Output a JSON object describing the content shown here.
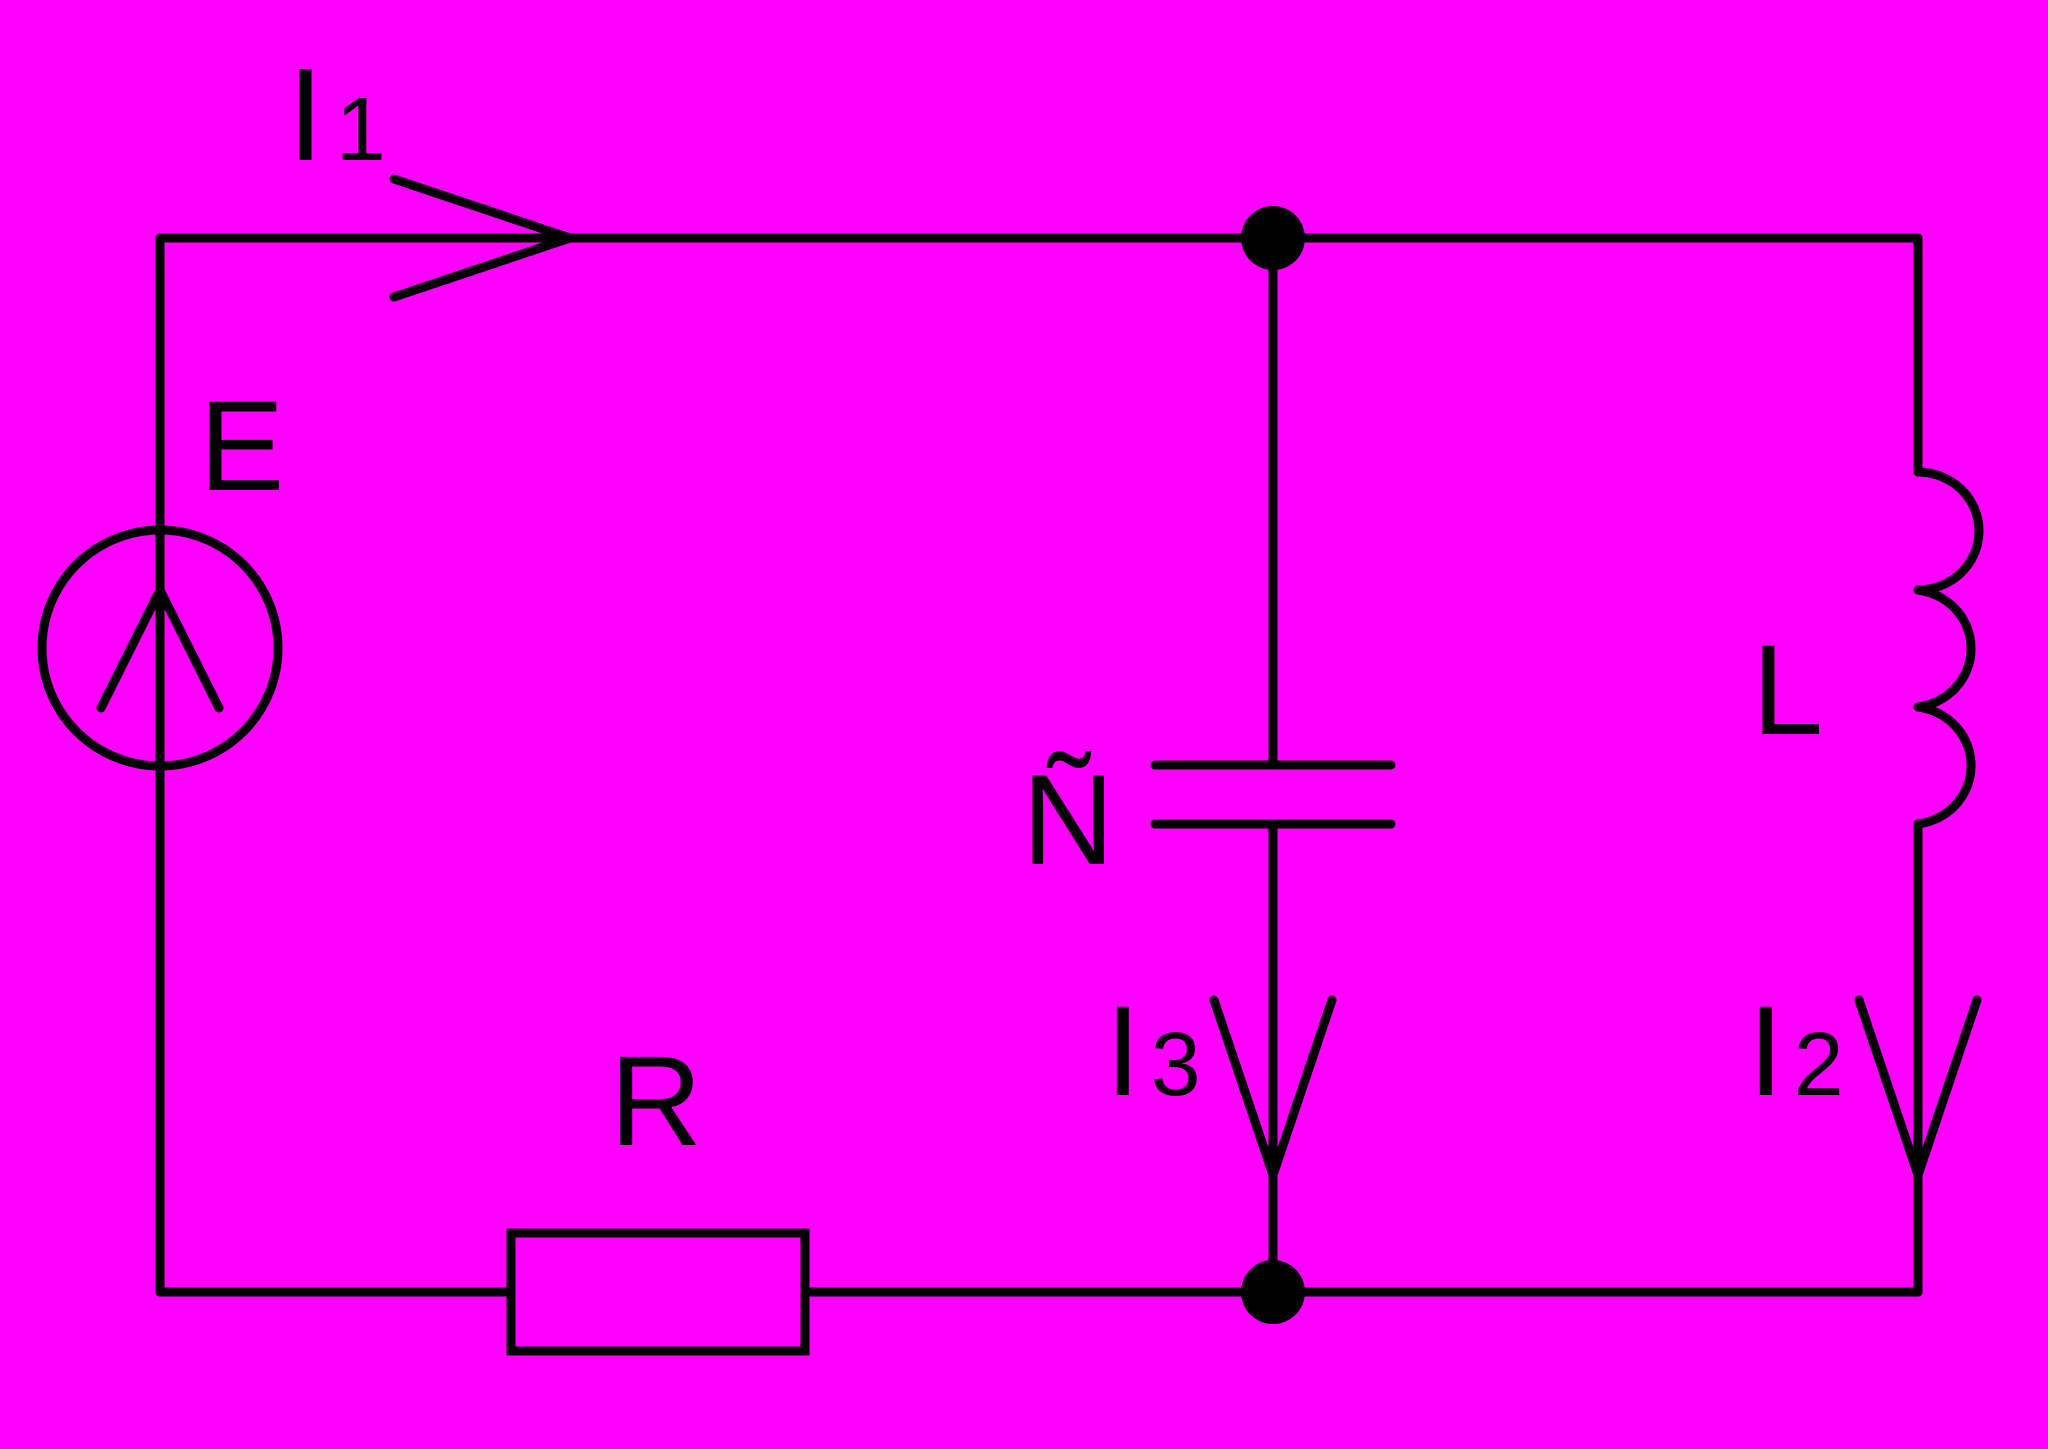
{
  "colors": {
    "background": "#ff00ff",
    "ink": "#000000"
  },
  "labels": {
    "current_1": {
      "main": "I",
      "sub": "1"
    },
    "current_2": {
      "main": "I",
      "sub": "2"
    },
    "current_3": {
      "main": "I",
      "sub": "3"
    },
    "source": "E",
    "inductor": "L",
    "capacitor": "Ñ",
    "resistor": "R"
  }
}
